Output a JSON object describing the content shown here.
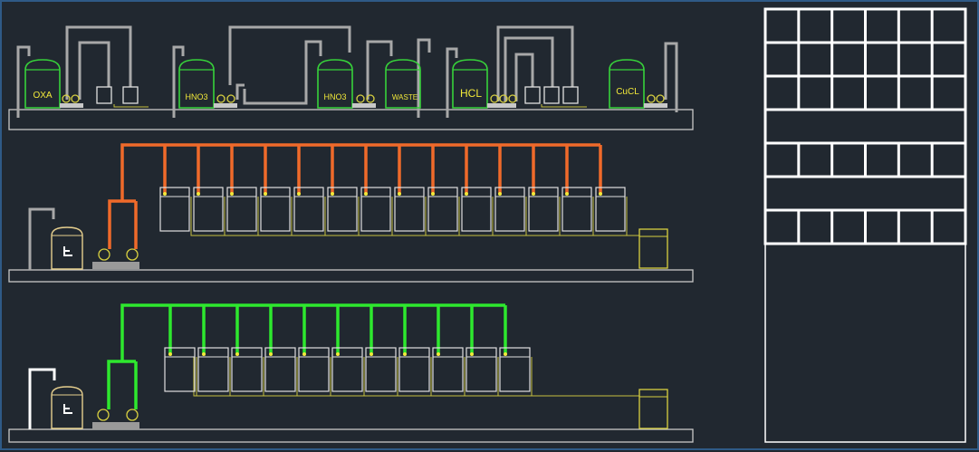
{
  "colors": {
    "background": "#212830",
    "frame": "#2f5a86",
    "shelf": "#c8c8c8",
    "pipe_gray": "#a8a8a8",
    "tank_green": "#37d23a",
    "tank_label": "#f2e93a",
    "pipe_orange": "#f06a2a",
    "pipe_green": "#2ee82e",
    "line_yellow": "#c8c040",
    "tank_beige": "#e6cf8e",
    "cell_white": "#e0e0e0",
    "grid_white": "#ffffff"
  },
  "top_row": {
    "tanks": [
      {
        "label": "OXA",
        "icon": "storage-tank-icon"
      },
      {
        "label": "HNO3",
        "icon": "storage-tank-icon"
      },
      {
        "label": "HNO3",
        "icon": "storage-tank-icon"
      },
      {
        "label": "WASTE",
        "icon": "storage-tank-icon"
      },
      {
        "label": "HCL",
        "icon": "storage-tank-icon"
      },
      {
        "label": "CuCL",
        "icon": "storage-tank-icon"
      }
    ]
  },
  "middle_row": {
    "cell_count": 14,
    "pump_count": 2,
    "pipe_color": "orange"
  },
  "bottom_row": {
    "cell_count": 11,
    "pump_count": 2,
    "pipe_color": "green"
  },
  "side_panel": {
    "grid_columns": 6,
    "rows": [
      "grid",
      "grid",
      "grid",
      "band",
      "grid",
      "band",
      "grid",
      "empty"
    ]
  }
}
